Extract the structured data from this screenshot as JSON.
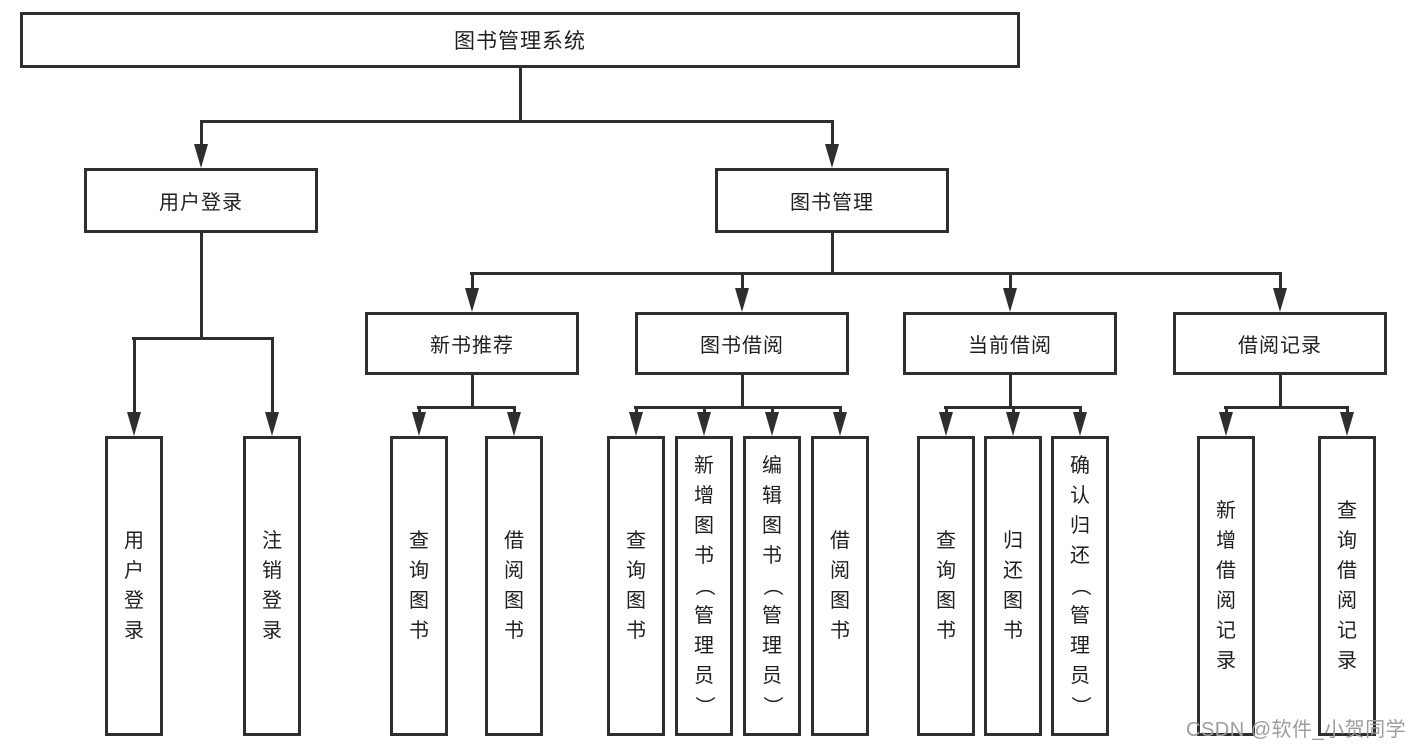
{
  "diagram": {
    "colors": {
      "line": "#2e2e2e",
      "background": "#ffffff",
      "text": "#1f1f1f",
      "watermark": "#9d9d9d"
    },
    "watermark": "CSDN @软件_小贺同学",
    "tree": {
      "root": {
        "label": "图书管理系统",
        "children": [
          {
            "label": "用户登录",
            "children": [
              {
                "label": "用户登录"
              },
              {
                "label": "注销登录"
              }
            ]
          },
          {
            "label": "图书管理",
            "children": [
              {
                "label": "新书推荐",
                "children": [
                  {
                    "label": "查询图书"
                  },
                  {
                    "label": "借阅图书"
                  }
                ]
              },
              {
                "label": "图书借阅",
                "children": [
                  {
                    "label": "查询图书"
                  },
                  {
                    "label": "新增图书（管理员）"
                  },
                  {
                    "label": "编辑图书（管理员）"
                  },
                  {
                    "label": "借阅图书"
                  }
                ]
              },
              {
                "label": "当前借阅",
                "children": [
                  {
                    "label": "查询图书"
                  },
                  {
                    "label": "归还图书"
                  },
                  {
                    "label": "确认归还（管理员）"
                  }
                ]
              },
              {
                "label": "借阅记录",
                "children": [
                  {
                    "label": "新增借阅记录"
                  },
                  {
                    "label": "查询借阅记录"
                  }
                ]
              }
            ]
          }
        ]
      }
    }
  }
}
